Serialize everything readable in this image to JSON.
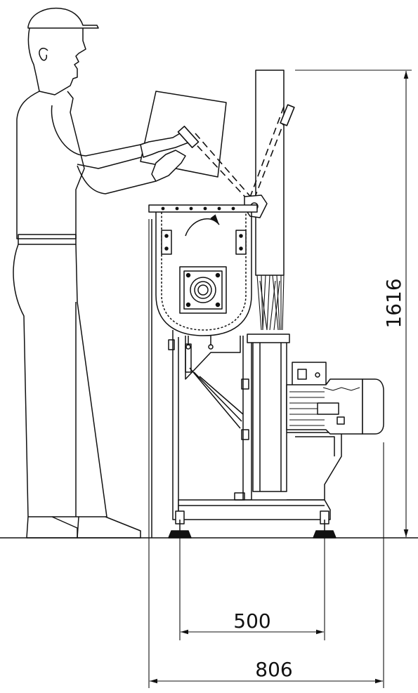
{
  "dimensions": {
    "height_label": "1616",
    "base_width_label": "500",
    "total_width_label": "806"
  }
}
